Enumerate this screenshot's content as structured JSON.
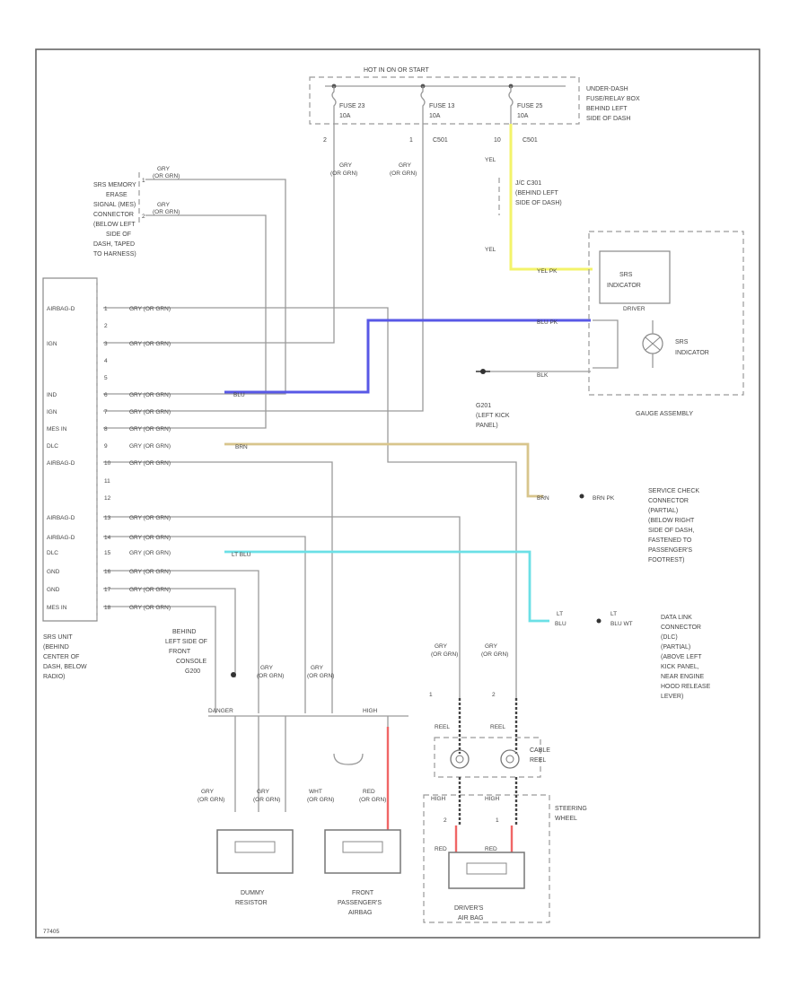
{
  "hot_label": "HOT IN ON OR START",
  "fuse_box": {
    "label_lines": [
      "UNDER-DASH",
      "FUSE/RELAY BOX",
      "BEHIND LEFT",
      "SIDE OF DASH"
    ],
    "fuses": [
      {
        "name": "FUSE 23",
        "rating": "10A",
        "pin": "2"
      },
      {
        "name": "FUSE 13",
        "rating": "10A",
        "pin": "1"
      },
      {
        "name": "FUSE 25",
        "rating": "10A",
        "pin": "10"
      }
    ],
    "conn_13": "C501",
    "conn_25": "C501"
  },
  "wires": {
    "gry_or_grn": [
      "GRY",
      "(OR GRN)"
    ],
    "yel": "YEL",
    "yel_pk": "YEL PK",
    "blu_pk": "BLU PK",
    "blk": "BLK",
    "brn": "BRN",
    "lt_blu": "LT BLU",
    "red": "RED",
    "wht_or_grn": [
      "WHT",
      "(OR GRN)"
    ],
    "red_or_grn": [
      "RED",
      "(OR GRN)"
    ],
    "lt_blu_split": [
      "LT",
      "BLU"
    ],
    "lt_blu_wt": [
      "LT",
      "BLU WT"
    ],
    "brn_pk": "BRN PK"
  },
  "srs_memory_label": [
    "SRS MEMORY",
    "ERASE",
    "SIGNAL (MES)",
    "CONNECTOR",
    "(BELOW LEFT",
    "SIDE OF",
    "DASH, TAPED",
    "TO HARNESS)"
  ],
  "mem_pins": [
    "1",
    "2"
  ],
  "joint_conn_label": [
    "J/C C301",
    "(BEHIND LEFT",
    "SIDE OF DASH)"
  ],
  "gauge": {
    "indicator_box": [
      "SRS",
      "INDICATOR"
    ],
    "driver": "DRIVER",
    "indicator_label": [
      "SRS",
      "INDICATOR"
    ],
    "assembly": "GAUGE ASSEMBLY"
  },
  "ground": [
    "G201",
    "(LEFT KICK",
    "PANEL)"
  ],
  "srs_unit": {
    "pin_labels": [
      "AIRBAG-D",
      "",
      "IGN",
      "",
      "",
      "IND",
      "IGN",
      "MES IN",
      "DLC",
      "AIRBAG-D",
      "",
      "",
      "AIRBAG-D",
      "AIRBAG-D",
      "DLC",
      "GND",
      "GND",
      "MES IN"
    ],
    "pin_nums": [
      "1",
      "2",
      "3",
      "4",
      "5",
      "6",
      "7",
      "8",
      "9",
      "10",
      "11",
      "12",
      "13",
      "14",
      "15",
      "16",
      "17",
      "18"
    ],
    "label": [
      "SRS UNIT",
      "(BEHIND",
      "CENTER OF",
      "DASH, BELOW",
      "RADIO)"
    ]
  },
  "service_check": [
    "SERVICE CHECK",
    "CONNECTOR",
    "(PARTIAL)",
    "(BELOW RIGHT",
    "SIDE OF DASH,",
    "FASTENED TO",
    "PASSENGER'S",
    "FOOTREST)"
  ],
  "data_link": [
    "DATA LINK",
    "CONNECTOR",
    "(DLC)",
    "(PARTIAL)",
    "(ABOVE LEFT",
    "KICK PANEL,",
    "NEAR ENGINE",
    "HOOD RELEASE",
    "LEVER)"
  ],
  "front_console": [
    "BEHIND",
    "LEFT SIDE OF",
    "FRONT",
    "CONSOLE",
    "G200"
  ],
  "conn_labels": {
    "danger": "DANGER",
    "high": "HIGH",
    "reel_left": "REEL",
    "reel_right": "REEL",
    "high_left": "HIGH",
    "high_right": "HIGH",
    "clock_pin1": "1",
    "clock_pin2": "2",
    "sw_pin2": "2",
    "sw_pin1": "1"
  },
  "cable_reel": [
    "CABLE",
    "REEL"
  ],
  "steering_wheel": [
    "STEERING",
    "WHEEL"
  ],
  "dummy_resistor": [
    "DUMMY",
    "RESISTOR"
  ],
  "front_passenger_airbag": [
    "FRONT",
    "PASSENGER'S",
    "AIRBAG"
  ],
  "drivers_airbag": [
    "DRIVER'S",
    "AIR BAG"
  ],
  "footer_code": "77405"
}
